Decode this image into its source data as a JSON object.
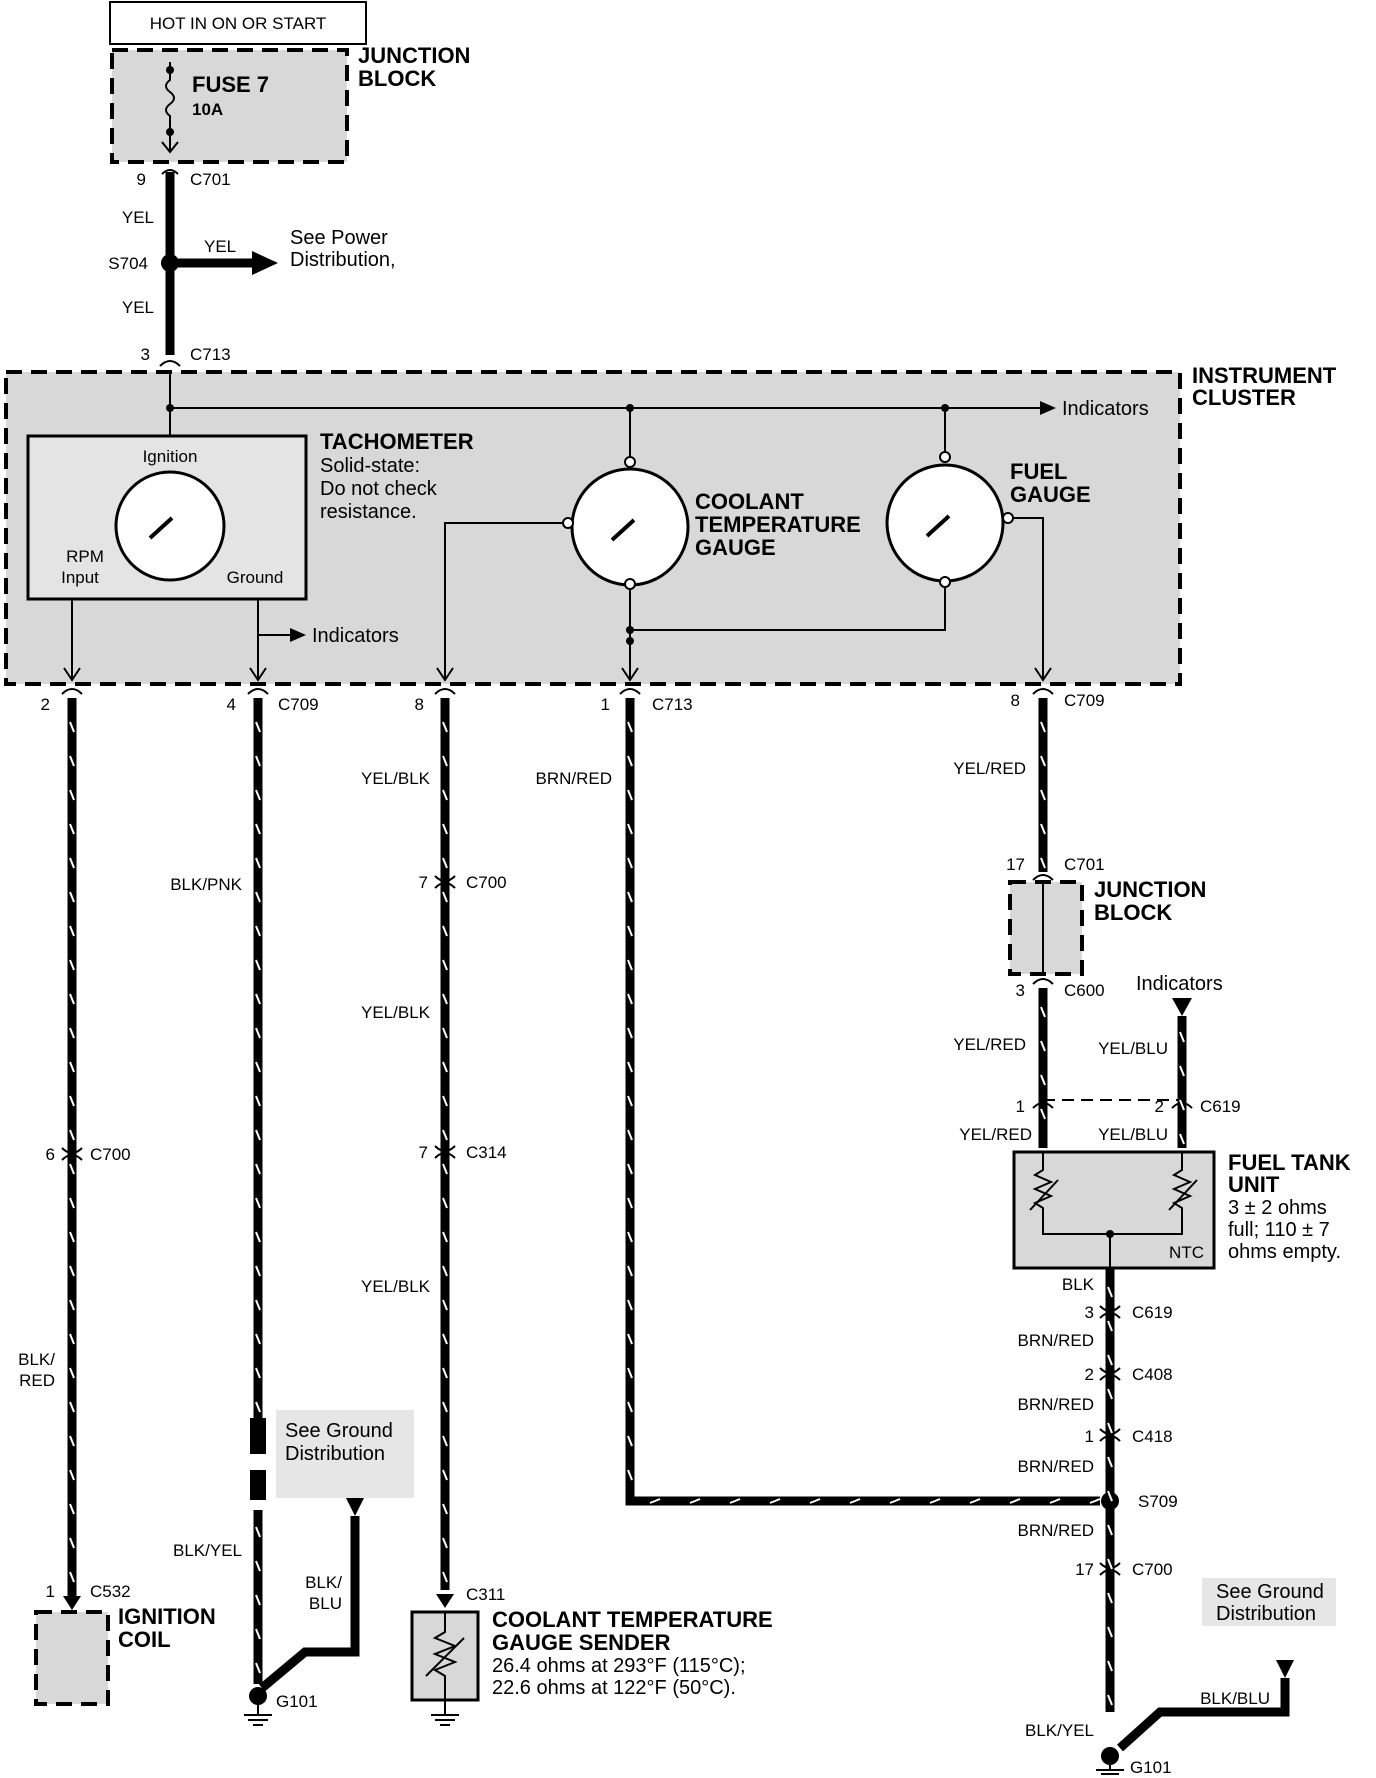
{
  "top": {
    "hot_label": "HOT IN ON OR START"
  },
  "junction_block_top": {
    "title_line1": "JUNCTION",
    "title_line2": "BLOCK",
    "fuse_name": "FUSE 7",
    "fuse_rating": "10A"
  },
  "feed": {
    "conn_c701_pin": "9",
    "conn_c701": "C701",
    "wire1": "YEL",
    "splice": "S704",
    "branch_wire": "YEL",
    "see_power_line1": "See Power",
    "see_power_line2": "Distribution,",
    "wire2": "YEL",
    "conn_c713_pin": "3",
    "conn_c713": "C713"
  },
  "cluster": {
    "title_line1": "INSTRUMENT",
    "title_line2": "CLUSTER",
    "indicators_top": "Indicators",
    "indicators_mid": "Indicators",
    "tach_title": "TACHOMETER",
    "tach_note1": "Solid-state:",
    "tach_note2": "Do not check",
    "tach_note3": "resistance.",
    "tach_ignition": "Ignition",
    "tach_rpm1": "RPM",
    "tach_rpm2": "Input",
    "tach_ground": "Ground",
    "coolant_line1": "COOLANT",
    "coolant_line2": "TEMPERATURE",
    "coolant_line3": "GAUGE",
    "fuel_line1": "FUEL",
    "fuel_line2": "GAUGE"
  },
  "cluster_connectors": {
    "p2": "2",
    "p4": "4",
    "c709_left": "C709",
    "p8": "8",
    "p1": "1",
    "c713_mid": "C713",
    "p8_right": "8",
    "c709_right": "C709"
  },
  "col1": {
    "c700_pin": "6",
    "c700": "C700",
    "wire": "BLK/\nRED",
    "wire_l1": "BLK/",
    "wire_l2": "RED",
    "c532_pin": "1",
    "c532": "C532",
    "coil_line1": "IGNITION",
    "coil_line2": "COIL"
  },
  "col2": {
    "wire_top": "BLK/PNK",
    "see_ground_line1": "See Ground",
    "see_ground_line2": "Distribution",
    "wire_bottom": "BLK/YEL",
    "branch_l1": "BLK/",
    "branch_l2": "BLU",
    "ground": "G101"
  },
  "col3": {
    "wire1": "YEL/BLK",
    "c700_pin": "7",
    "c700": "C700",
    "wire2": "YEL/BLK",
    "c314_pin": "7",
    "c314": "C314",
    "wire3": "YEL/BLK",
    "c311": "C311",
    "sender_line1": "COOLANT TEMPERATURE",
    "sender_line2": "GAUGE SENDER",
    "sender_spec1": "26.4 ohms at 293°F (115°C);",
    "sender_spec2": "22.6 ohms at 122°F (50°C)."
  },
  "col4": {
    "wire": "BRN/RED"
  },
  "col5": {
    "wire1": "YEL/RED",
    "c701_pin": "17",
    "c701": "C701",
    "jb_line1": "JUNCTION",
    "jb_line2": "BLOCK",
    "c600_pin": "3",
    "c600": "C600",
    "indicators": "Indicators",
    "wire2": "YEL/RED",
    "wire_blu": "YEL/BLU",
    "c619_pin1": "1",
    "c619_pin2": "2",
    "c619": "C619",
    "unit_wire_red": "YEL/RED",
    "unit_wire_blu": "YEL/BLU",
    "tank_line1": "FUEL TANK",
    "tank_line2": "UNIT",
    "tank_spec1": "3 ± 2 ohms",
    "tank_spec2": "full; 110 ± 7",
    "tank_spec3": "ohms empty.",
    "ntc": "NTC",
    "blk": "BLK",
    "c619b_pin": "3",
    "c619b": "C619",
    "brnred1": "BRN/RED",
    "c408_pin": "2",
    "c408": "C408",
    "brnred2": "BRN/RED",
    "c418_pin": "1",
    "c418": "C418",
    "brnred3": "BRN/RED",
    "splice": "S709",
    "brnred4": "BRN/RED",
    "c700_pin": "17",
    "c700": "C700",
    "see_ground_line1": "See Ground",
    "see_ground_line2": "Distribution",
    "wire_blkblu": "BLK/BLU",
    "wire_blkyel": "BLK/YEL",
    "ground": "G101"
  }
}
